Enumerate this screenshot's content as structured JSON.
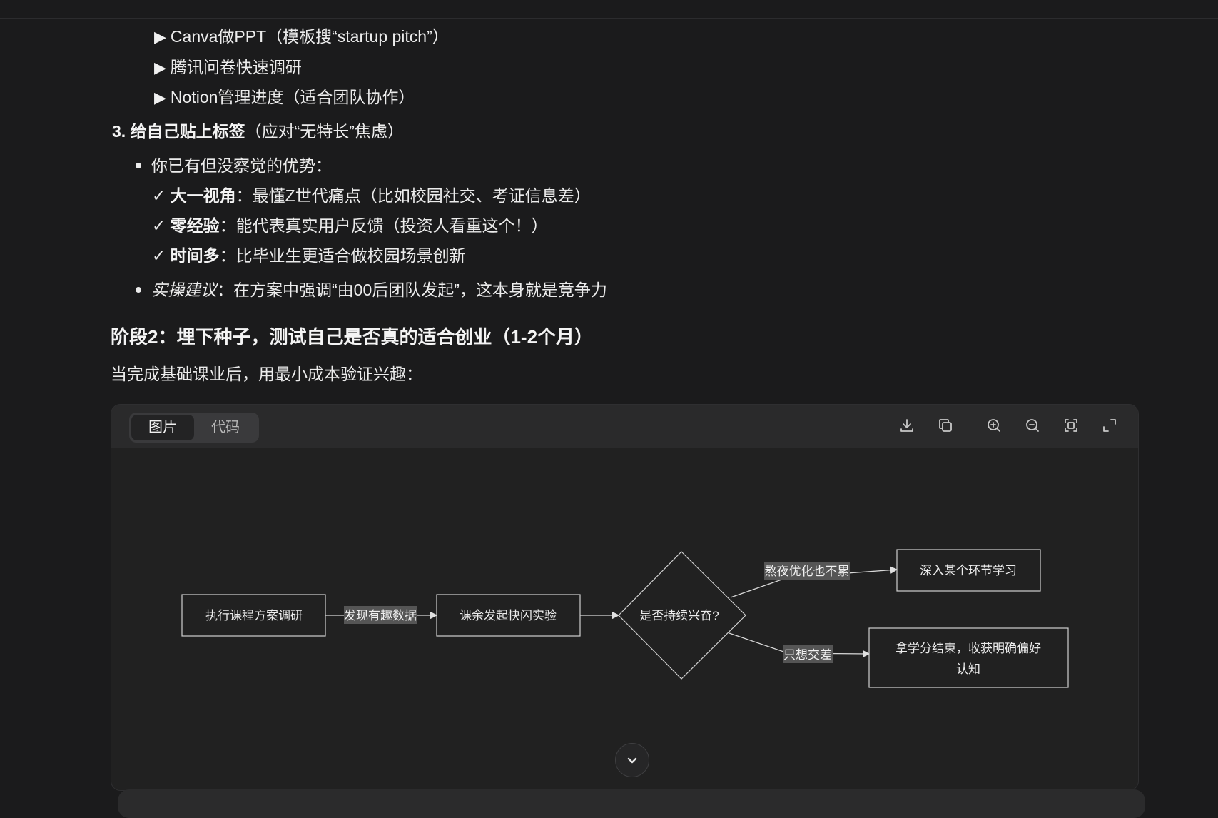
{
  "tool_items": [
    "Canva做PPT（模板搜“startup pitch”）",
    "腾讯问卷快速调研",
    "Notion管理进度（适合团队协作）"
  ],
  "section3": {
    "number": "3.",
    "title_bold": "给自己贴上标签",
    "title_rest": "（应对“无特长”焦虑）",
    "bullet1": "你已有但没察觉的优势：",
    "checks": [
      {
        "mark": "✓",
        "bold": "大一视角",
        "text": "：最懂Z世代痛点（比如校园社交、考证信息差）"
      },
      {
        "mark": "✓",
        "bold": "零经验",
        "text": "：能代表真实用户反馈（投资人看重这个！）"
      },
      {
        "mark": "✓",
        "bold": "时间多",
        "text": "：比毕业生更适合做校园场景创新"
      }
    ],
    "bullet2_em": "实操建议",
    "bullet2_text": "：在方案中强调“由00后团队发起”，这本身就是竞争力"
  },
  "stage2": {
    "heading": "阶段2：埋下种子，测试自己是否真的适合创业（1-2个月）",
    "intro": "当完成基础课业后，用最小成本验证兴趣："
  },
  "viewer": {
    "tab_image": "图片",
    "tab_code": "代码",
    "icons": [
      "download-icon",
      "copy-icon",
      "zoom-in-icon",
      "zoom-out-icon",
      "fit-icon",
      "fullscreen-icon"
    ]
  },
  "diagram": {
    "node_start": "执行课程方案调研",
    "edge1": "发现有趣数据",
    "node_experiment": "课余发起快闪实验",
    "decision": "是否持续兴奋?",
    "edge_yes": "熬夜优化也不累",
    "node_yes": "深入某个环节学习",
    "edge_no": "只想交差",
    "node_no_line1": "拿学分结束，收获明确偏好",
    "node_no_line2": "认知"
  },
  "colors": {
    "background": "#1b1b1c",
    "card": "#212121",
    "text": "#ececec"
  }
}
